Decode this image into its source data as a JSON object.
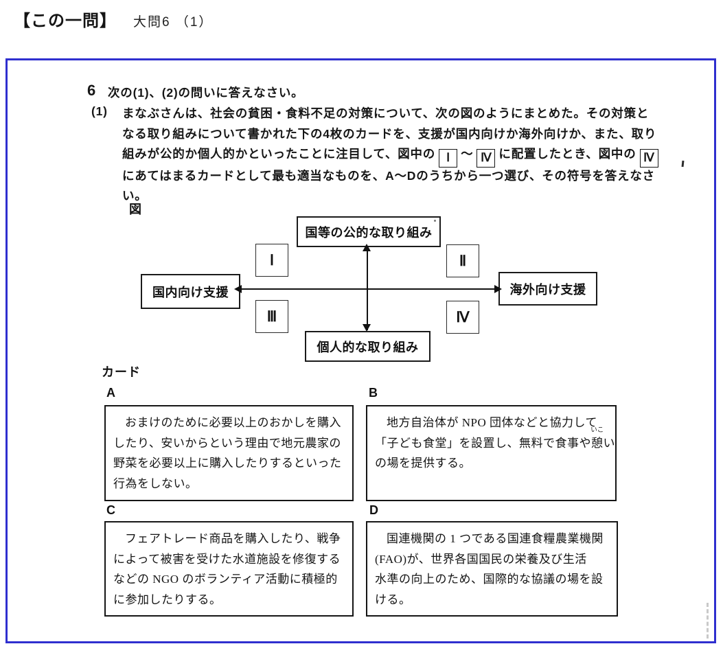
{
  "header": {
    "bracket_title": "【この一問】",
    "subtitle": "大問6 （1）"
  },
  "question": {
    "number": "6",
    "intro": "次の(1)、(2)の問いに答えなさい。",
    "sub_number": "(1)",
    "line1": "まなぶさんは、社会の貧困・食料不足の対策について、次の図のようにまとめた。その対策と",
    "line2": "なる取り組みについて書かれた下の4枚のカードを、支援が国内向けか海外向けか、また、取り",
    "line3_pre": "組みが公的か個人的かといったことに注目して、図中の",
    "line3_box1": "Ⅰ",
    "line3_tilde": "～",
    "line3_box2": "Ⅳ",
    "line3_mid": "に配置したとき、図中の",
    "line3_box3": "Ⅳ",
    "line4": "にあてはまるカードとして最も適当なものを、A～Dのうちから一つ選び、その符号を答えなさ",
    "line5": "い。",
    "figure_label": "図"
  },
  "diagram": {
    "top_box": "国等の公的な取り組み",
    "bottom_box": "個人的な取り組み",
    "left_box": "国内向け支援",
    "right_box": "海外向け支援",
    "quadrant_1": "Ⅰ",
    "quadrant_2": "Ⅱ",
    "quadrant_3": "Ⅲ",
    "quadrant_4": "Ⅳ"
  },
  "cards": {
    "section_label": "カード",
    "a": {
      "label": "A",
      "lines": [
        "おまけのために必要以上のおかしを購入",
        "したり、安いからという理由で地元農家の",
        "野菜を必要以上に購入したりするといった",
        "行為をしない。"
      ]
    },
    "b": {
      "label": "B",
      "line1": "地方自治体が NPO 団体などと協力して",
      "line2_pre": "「子ども食堂」を設置し、無料で食事や",
      "line2_ruby_base": "憩",
      "line2_ruby_text": "いこ",
      "line2_post": "い",
      "line3": "の場を提供する。"
    },
    "c": {
      "label": "C",
      "lines": [
        "フェアトレード商品を購入したり、戦争",
        "によって被害を受けた水道施設を修復する",
        "などの NGO のボランティア活動に積極的",
        "に参加したりする。"
      ]
    },
    "d": {
      "label": "D",
      "lines": [
        "国連機関の 1 つである国連食糧農業機関",
        "(FAO)が、世界各国国民の栄養及び生活",
        "水準の向上のため、国際的な協議の場を設",
        "ける。"
      ]
    }
  },
  "colors": {
    "frame_border": "#2f2fcf",
    "text": "#111111"
  }
}
